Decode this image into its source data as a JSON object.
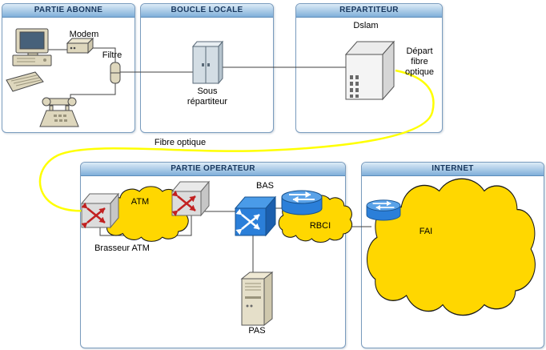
{
  "groups": {
    "abonne": "PARTIE ABONNE",
    "boucle": "BOUCLE LOCALE",
    "repartiteur": "REPARTITEUR",
    "operateur": "PARTIE OPERATEUR",
    "internet": "INTERNET"
  },
  "labels": {
    "modem": "Modem",
    "filtre": "Filtre",
    "sous_repartiteur": "Sous répartiteur",
    "dslam": "Dslam",
    "depart_fibre": "Départ fibre optique",
    "fibre_optique": "Fibre optique",
    "atm": "ATM",
    "brasseur_atm": "Brasseur ATM",
    "bas": "BAS",
    "rbci": "RBCI",
    "fai": "FAI",
    "pas": "PAS"
  },
  "colors": {
    "cloud_fill": "#ffd700",
    "cloud_stroke": "#1a1a1a",
    "fiber_yellow": "#ffff00",
    "router_blue": "#2b7fd9",
    "switch_arrow_red": "#c22020",
    "header_text": "#17375e"
  }
}
